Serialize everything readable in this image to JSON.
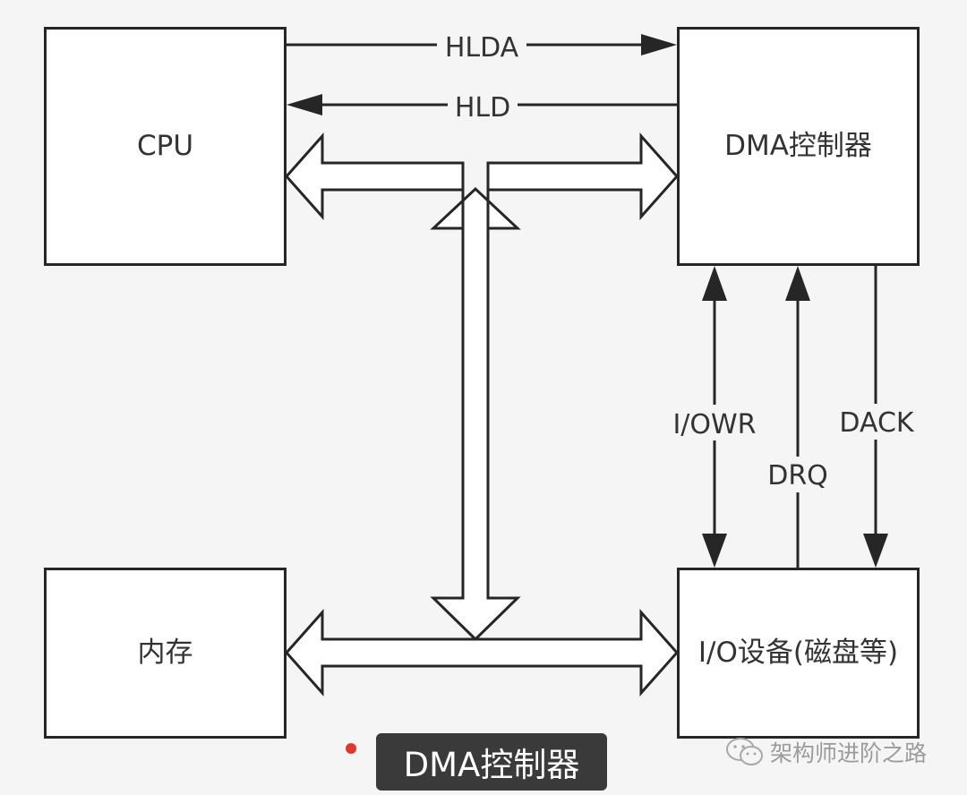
{
  "nodes": {
    "cpu": "CPU",
    "dma": "DMA控制器",
    "memory": "内存",
    "io_device": "I/O设备(磁盘等)"
  },
  "signals": {
    "hlda": "HLDA",
    "hld": "HLD",
    "io_owr": "I/OWR",
    "drq": "DRQ",
    "dack": "DACK"
  },
  "caption": "DMA控制器",
  "watermark": {
    "text": "架构师进阶之路",
    "icon": "wechat-icon"
  },
  "colors": {
    "box_border": "#262626",
    "caption_bg": "#3a3a3a",
    "caption_dot": "#e0392b"
  }
}
